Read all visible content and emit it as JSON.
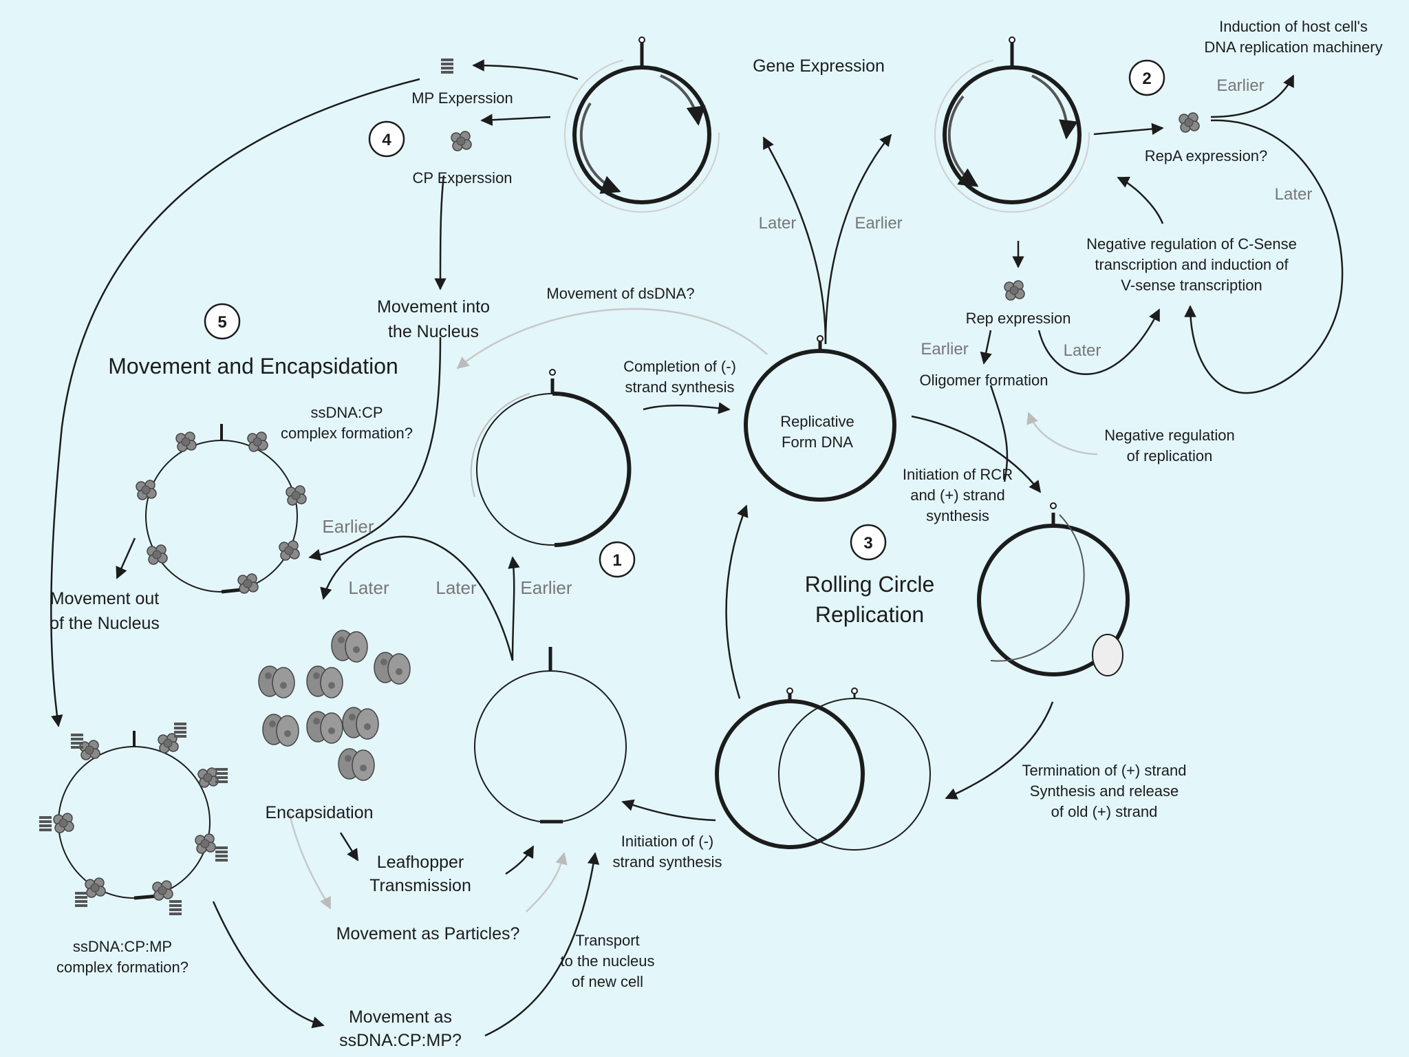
{
  "labels": {
    "gene_expression": "Gene Expression",
    "mp_expression": "MP Experssion",
    "cp_expression": "CP Experssion",
    "induction_1": "Induction of host cell's",
    "induction_2": "DNA replication machinery",
    "earlier": "Earlier",
    "later": "Later",
    "repa_expression": "RepA expression?",
    "neg_reg_1": "Negative regulation of C-Sense",
    "neg_reg_2": "transcription and induction of",
    "neg_reg_3": "V-sense transcription",
    "movement_into_1": "Movement into",
    "movement_into_2": "the Nucleus",
    "movement_dsdna": "Movement of dsDNA?",
    "rep_expression": "Rep expression",
    "movement_encapsidation": "Movement and Encapsidation",
    "completion_1": "Completion of (-)",
    "completion_2": "strand synthesis",
    "oligomer": "Oligomer formation",
    "replicative_1": "Replicative",
    "replicative_2": "Form DNA",
    "neg_rep_1": "Negative regulation",
    "neg_rep_2": "of replication",
    "sscp_1": "ssDNA:CP",
    "sscp_2": "complex formation?",
    "init_rcr_1": "Initiation of RCR",
    "init_rcr_2": "and (+) strand",
    "init_rcr_3": "synthesis",
    "rcr_1": "Rolling Circle",
    "rcr_2": "Replication",
    "movement_out_1": "Movement out",
    "movement_out_2": "of the Nucleus",
    "encapsidation": "Encapsidation",
    "leafhopper_1": "Leafhopper",
    "leafhopper_2": "Transmission",
    "termination_1": "Termination of (+) strand",
    "termination_2": "Synthesis and release",
    "termination_3": "of old (+) strand",
    "init_neg_1": "Initiation of (-)",
    "init_neg_2": "strand synthesis",
    "particles": "Movement as Particles?",
    "transport_1": "Transport",
    "transport_2": "to the nucleus",
    "transport_3": "of new cell",
    "sscpmp_1": "ssDNA:CP:MP",
    "sscpmp_2": "complex formation?",
    "movement_as_1": "Movement as",
    "movement_as_2": "ssDNA:CP:MP?"
  },
  "steps": {
    "s1": "1",
    "s2": "2",
    "s3": "3",
    "s4": "4",
    "s5": "5"
  },
  "colors": {
    "background": "#e3f6fa",
    "ink": "#1c1c1c",
    "gray": "#7a7a7a",
    "light_arrow": "#c8c8c8"
  }
}
